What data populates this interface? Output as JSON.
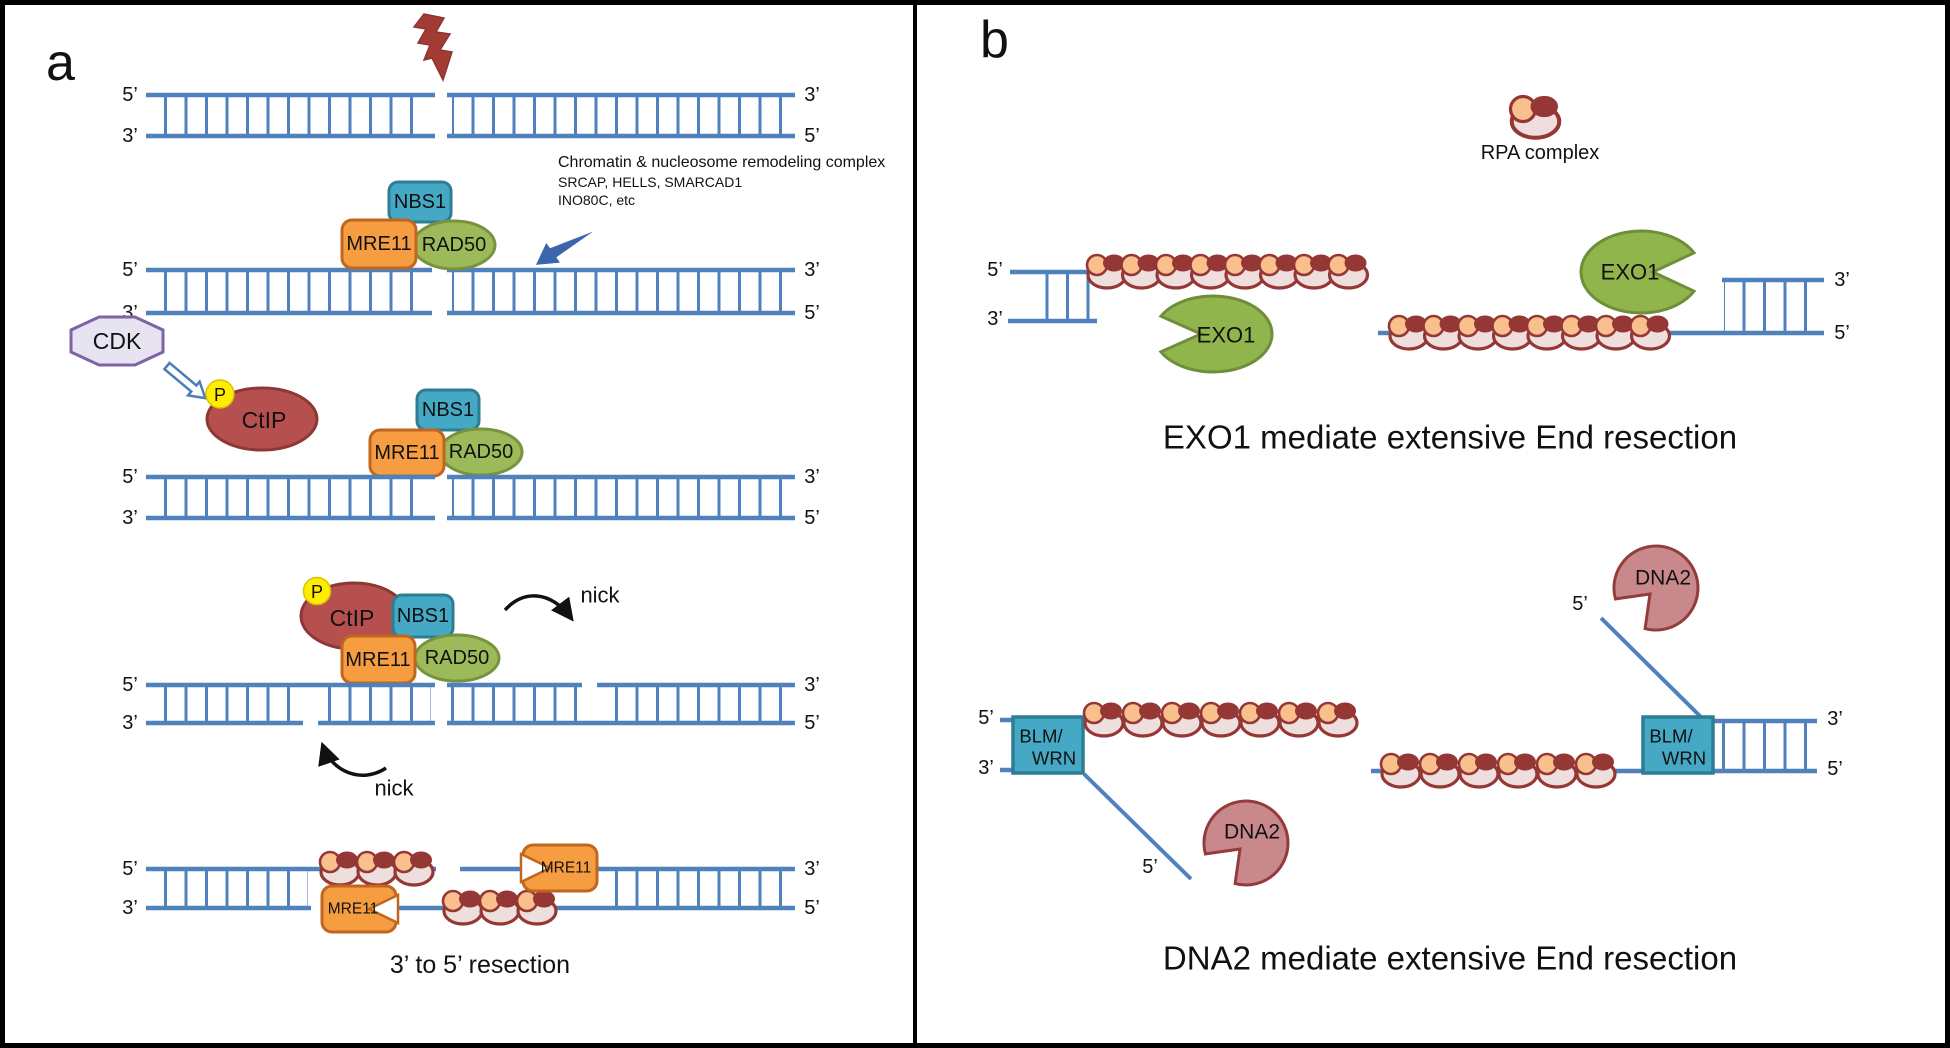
{
  "figure": {
    "panel_a_label": "a",
    "panel_b_label": "b",
    "labels": {
      "five_prime": "5’",
      "three_prime": "3’"
    },
    "proteins": {
      "nbs1": "NBS1",
      "mre11": "MRE11",
      "rad50": "RAD50",
      "ctip": "CtIP",
      "cdk": "CDK",
      "phospho": "P",
      "exo1": "EXO1",
      "dna2": "DNA2",
      "blm_wrn_line1": "BLM/",
      "blm_wrn_line2": "WRN"
    },
    "notes": {
      "remodeling_line1": "Chromatin & nucleosome remodeling complex",
      "remodeling_line2": "SRCAP, HELLS, SMARCAD1",
      "remodeling_line3": "INO80C, etc",
      "nick": "nick",
      "rpa_legend": "RPA complex"
    },
    "captions": {
      "panel_a": "3’ to 5’ resection",
      "exo1": "EXO1 mediate extensive End resection",
      "dna2": "DNA2 mediate extensive End resection"
    },
    "colors": {
      "dna": "#4f81bd",
      "nbs1": "#45a8c4",
      "mre11": "#f59d40",
      "rad50": "#9cba5a",
      "exo1": "#8fb54c",
      "ctip": "#b5504f",
      "cdk_fill": "#e7e3f1",
      "phospho": "#ffed00",
      "dna2": "#c9898c",
      "rpa_dark": "#953735",
      "rpa_light": "#efdede",
      "rpa_peach": "#f9c08e",
      "arrow_blue": "#3b66ad",
      "bolt": "#a33b35"
    }
  }
}
